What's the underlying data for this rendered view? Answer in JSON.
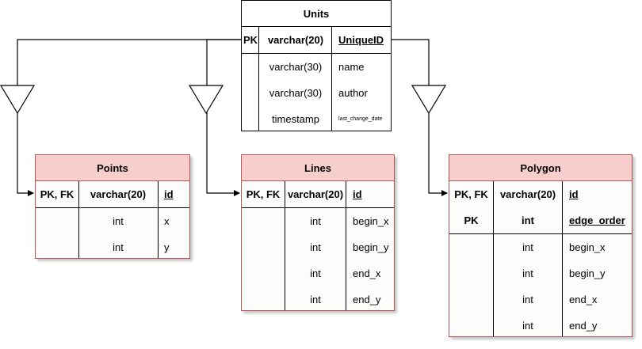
{
  "tables": {
    "units": {
      "title": "Units",
      "rows": [
        {
          "key": "PK",
          "type": "varchar(20)",
          "name": "UniqueID"
        },
        {
          "key": "",
          "type": "varchar(30)",
          "name": "name"
        },
        {
          "key": "",
          "type": "varchar(30)",
          "name": "author"
        },
        {
          "key": "",
          "type": "timestamp",
          "name": "last_change_date"
        }
      ]
    },
    "points": {
      "title": "Points",
      "rows": [
        {
          "key": "PK, FK",
          "type": "varchar(20)",
          "name": "id"
        },
        {
          "key": "",
          "type": "int",
          "name": "x"
        },
        {
          "key": "",
          "type": "int",
          "name": "y"
        }
      ]
    },
    "lines": {
      "title": "Lines",
      "rows": [
        {
          "key": "PK, FK",
          "type": "varchar(20)",
          "name": "id"
        },
        {
          "key": "",
          "type": "int",
          "name": "begin_x"
        },
        {
          "key": "",
          "type": "int",
          "name": "begin_y"
        },
        {
          "key": "",
          "type": "int",
          "name": "end_x"
        },
        {
          "key": "",
          "type": "int",
          "name": "end_y"
        }
      ]
    },
    "polygon": {
      "title": "Polygon",
      "rows": [
        {
          "key": "PK, FK",
          "type": "varchar(20)",
          "name": "id"
        },
        {
          "key": "PK",
          "type": "int",
          "name": "edge_order"
        },
        {
          "key": "",
          "type": "int",
          "name": "begin_x"
        },
        {
          "key": "",
          "type": "int",
          "name": "begin_y"
        },
        {
          "key": "",
          "type": "int",
          "name": "end_x"
        },
        {
          "key": "",
          "type": "int",
          "name": "end_y"
        }
      ]
    }
  },
  "colors": {
    "entity_fill": "#f8cecc",
    "entity_border": "#b85450",
    "line": "#000000"
  }
}
